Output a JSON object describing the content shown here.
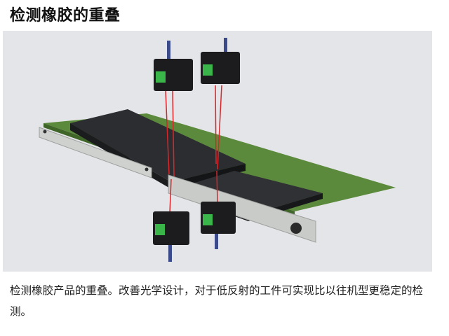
{
  "page": {
    "title": "检测橡胶的重叠",
    "caption": "检测橡胶产品的重叠。改善光学设计，对于低反射的工件可实现比以往机型更稳定的检测。"
  },
  "figure": {
    "subject": "conveyor-with-overlapping-rubber-sheets-and-four-photoelectric-sensors",
    "colors": {
      "background": "#e3e5e8",
      "belt": "#5c8a3c",
      "rail": "#c9cbc9",
      "rubber": "#2b2d30",
      "sensor": "#1c1c1e",
      "beam": "#d9262a",
      "indicator": "#39b54a"
    }
  }
}
